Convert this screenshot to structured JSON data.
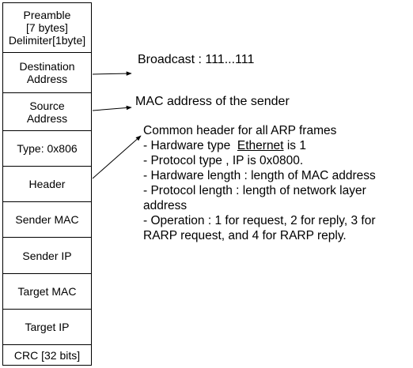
{
  "fields": [
    {
      "label": "Preamble\n[7 bytes]\nDelimiter[1byte]"
    },
    {
      "label": "Destination\nAddress"
    },
    {
      "label": "Source\nAddress"
    },
    {
      "label": "Type: 0x806"
    },
    {
      "label": "Header"
    },
    {
      "label": "Sender MAC"
    },
    {
      "label": "Sender IP"
    },
    {
      "label": "Target MAC"
    },
    {
      "label": "Target IP"
    },
    {
      "label": "CRC [32 bits]"
    }
  ],
  "annotations": {
    "destination": "Broadcast : 111...111",
    "source": "MAC address of the sender",
    "header": {
      "title": "Common header for all ARP frames",
      "hw_type_prefix": "- Hardware type",
      "hw_type_link": "Ethernet",
      "hw_type_suffix": "is 1",
      "protocol_type": "- Protocol type , IP is 0x0800.",
      "hw_length": "- Hardware length : length of MAC address",
      "protocol_length_1": "- Protocol length : length of network layer",
      "protocol_length_2": "address",
      "operation_1": "- Operation : 1 for request, 2 for reply, 3 for",
      "operation_2": "RARP request, and 4 for RARP reply."
    }
  },
  "colors": {
    "line": "#000000",
    "background": "#ffffff"
  }
}
